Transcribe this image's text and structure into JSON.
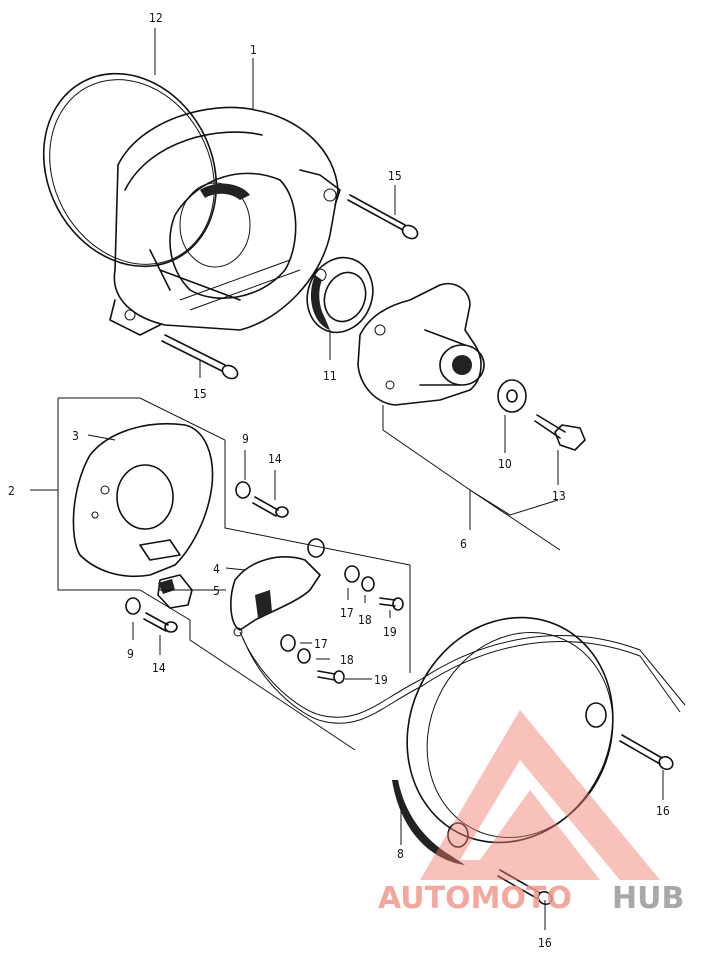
{
  "callouts": [
    {
      "id": "c12a",
      "text": "12"
    },
    {
      "id": "c1",
      "text": "1"
    },
    {
      "id": "c15a",
      "text": "15"
    },
    {
      "id": "c15b",
      "text": "15"
    },
    {
      "id": "c11",
      "text": "11"
    },
    {
      "id": "c9a",
      "text": "9"
    },
    {
      "id": "c14a",
      "text": "14"
    },
    {
      "id": "c3",
      "text": "3"
    },
    {
      "id": "c2",
      "text": "2"
    },
    {
      "id": "c10",
      "text": "10"
    },
    {
      "id": "c13",
      "text": "13"
    },
    {
      "id": "c6",
      "text": "6"
    },
    {
      "id": "c4",
      "text": "4"
    },
    {
      "id": "c5",
      "text": "5"
    },
    {
      "id": "c17a",
      "text": "17"
    },
    {
      "id": "c18a",
      "text": "18"
    },
    {
      "id": "c19a",
      "text": "19"
    },
    {
      "id": "c9b",
      "text": "9"
    },
    {
      "id": "c14b",
      "text": "14"
    },
    {
      "id": "c17b",
      "text": "17"
    },
    {
      "id": "c18b",
      "text": "18"
    },
    {
      "id": "c19b",
      "text": "19"
    },
    {
      "id": "c8",
      "text": "8"
    },
    {
      "id": "c16a",
      "text": "16"
    },
    {
      "id": "c16b",
      "text": "16"
    }
  ],
  "watermark": {
    "part1": "AUTOMOTO",
    "part2": "HUB",
    "color_primary": "#f29a8f",
    "color_secondary": "#9a9a9a",
    "color_logo": "#f07a6c"
  }
}
